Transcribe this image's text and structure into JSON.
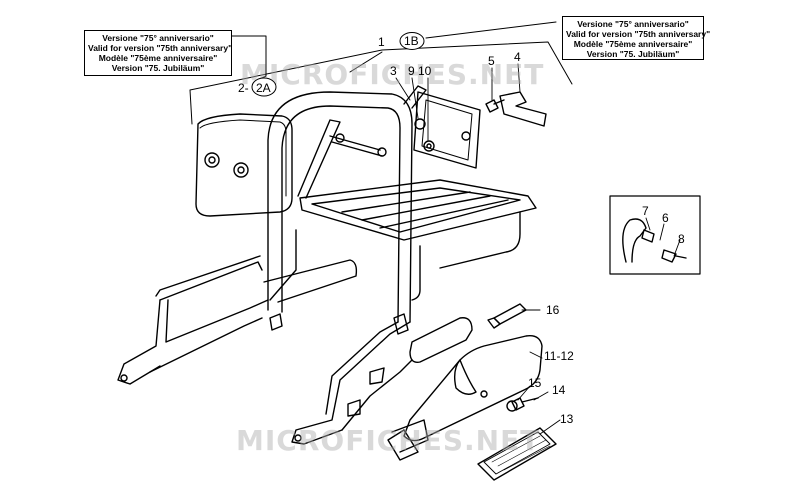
{
  "notes": {
    "left": [
      "Versione \"75° anniversario\"",
      "Valid for version \"75th anniversary\"",
      "Modèle \"75ème anniversaire\"",
      "Version \"75. Jubiläum\""
    ],
    "right": [
      "Versione \"75° anniversario\"",
      "Valid for version \"75th anniversary\"",
      "Modèle \"75ème anniversaire\"",
      "Version \"75. Jubiläum\""
    ]
  },
  "labels": {
    "p1": "1",
    "p1b": "1B",
    "p2": "2-",
    "p2a": "2A",
    "p3": "3",
    "p9": "9",
    "p10": "10",
    "p5": "5",
    "p4": "4",
    "p7": "7",
    "p6": "6",
    "p8": "8",
    "p16": "16",
    "p11_12": "11-12",
    "p15": "15",
    "p14": "14",
    "p13": "13"
  },
  "watermark": "MICROFICHES.NET",
  "colors": {
    "line": "#000000",
    "note_border": "#000000",
    "watermark": "#aaaaaa"
  }
}
